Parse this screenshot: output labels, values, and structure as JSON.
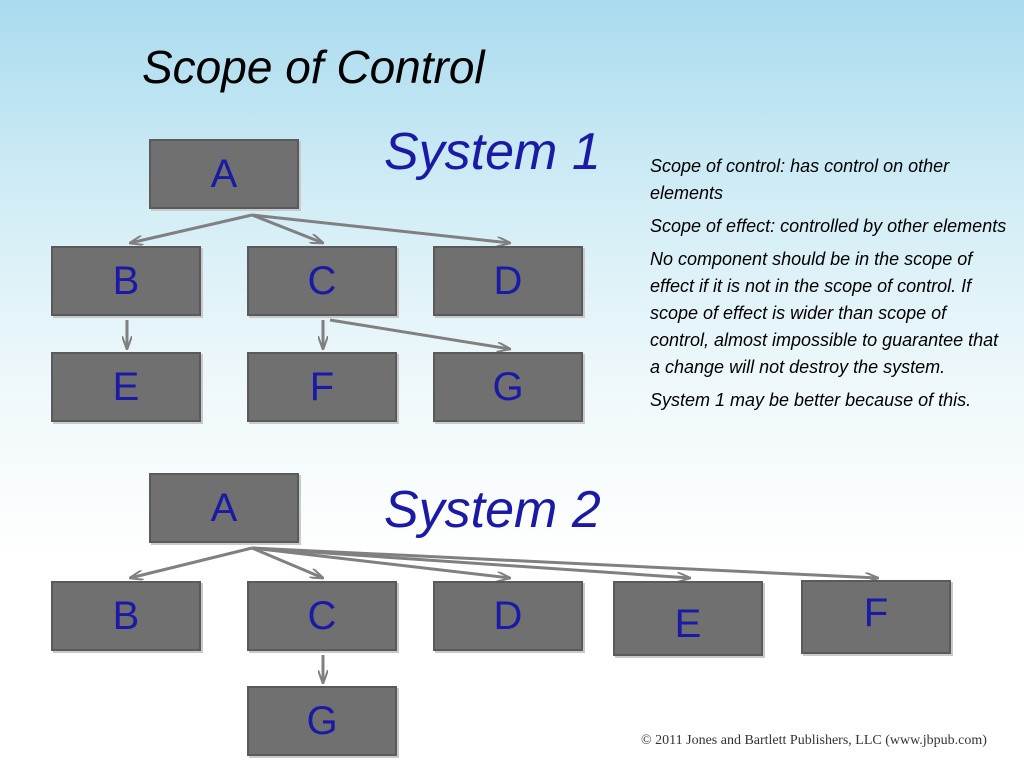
{
  "slide": {
    "title": "Scope of Control",
    "copyright": "© 2011 Jones and Bartlett Publishers, LLC (www.jbpub.com)"
  },
  "system1": {
    "label": "System 1",
    "nodes": {
      "a": "A",
      "b": "B",
      "c": "C",
      "d": "D",
      "e": "E",
      "f": "F",
      "g": "G"
    },
    "edges": [
      [
        "A",
        "B"
      ],
      [
        "A",
        "C"
      ],
      [
        "A",
        "D"
      ],
      [
        "B",
        "E"
      ],
      [
        "C",
        "F"
      ],
      [
        "C",
        "G"
      ]
    ]
  },
  "system2": {
    "label": "System 2",
    "nodes": {
      "a": "A",
      "b": "B",
      "c": "C",
      "d": "D",
      "e": "E",
      "f": "F",
      "g": "G"
    },
    "edges": [
      [
        "A",
        "B"
      ],
      [
        "A",
        "C"
      ],
      [
        "A",
        "D"
      ],
      [
        "A",
        "E"
      ],
      [
        "A",
        "F"
      ],
      [
        "C",
        "G"
      ]
    ]
  },
  "notes": [
    "Scope of control: has control on other elements",
    "Scope of effect: controlled by other elements",
    "No component should be in the scope of effect if it is not in the scope of control.  If scope of effect is wider than scope of control, almost impossible to guarantee that a change will not destroy the system.",
    "System 1 may be better because of this."
  ],
  "colors": {
    "box_fill": "#707070",
    "label_text": "#1a1aa6",
    "connector": "#808080"
  }
}
